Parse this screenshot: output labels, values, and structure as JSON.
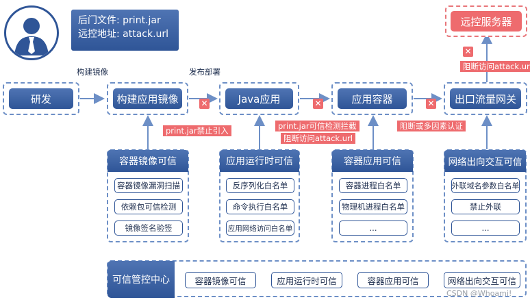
{
  "attack_info": {
    "backdoor_line": "后门文件: print.jar",
    "c2_line": "远控地址: attack.url"
  },
  "flow": {
    "label_build": "构建镜像",
    "label_deploy": "发布部署",
    "dev": "研发",
    "build_image": "构建应用镜像",
    "java_app": "Java应用",
    "app_container": "应用容器",
    "egress_gateway": "出口流量网关",
    "remote_server": "远控服务器"
  },
  "blocks": {
    "x_mark": "✕",
    "print_jar_ban": "print.jar禁止引入",
    "print_jar_intercept": "print.jar可信检测拦截",
    "block_attack_url_1": "阻断访问attack.url",
    "block_or_mfa": "阻断或多因素认证",
    "block_attack_url_2": "阻断访问attack.url"
  },
  "panels": [
    {
      "title": "容器镜像可信",
      "items": [
        "容器镜像漏洞扫描",
        "依赖包可信检测",
        "镜像签名验签"
      ]
    },
    {
      "title": "应用运行时可信",
      "items": [
        "反序列化白名单",
        "命令执行白名单",
        "应用网络访问白名单"
      ]
    },
    {
      "title": "容器应用可信",
      "items": [
        "容器进程白名单",
        "物理机进程白名单",
        "..."
      ]
    },
    {
      "title": "网络出向交互可信",
      "items": [
        "外联域名参数白名单",
        "禁止外联",
        "..."
      ]
    }
  ],
  "center": {
    "title": "可信管控中心",
    "items": [
      "容器镜像可信",
      "应用运行时可信",
      "容器应用可信",
      "网络出向交互可信"
    ]
  },
  "watermark": "CSDN @Whoami!",
  "colors": {
    "primary": "#2f5597",
    "accent_red": "#ee6b6e",
    "dashed_border": "#6d8fc6"
  }
}
